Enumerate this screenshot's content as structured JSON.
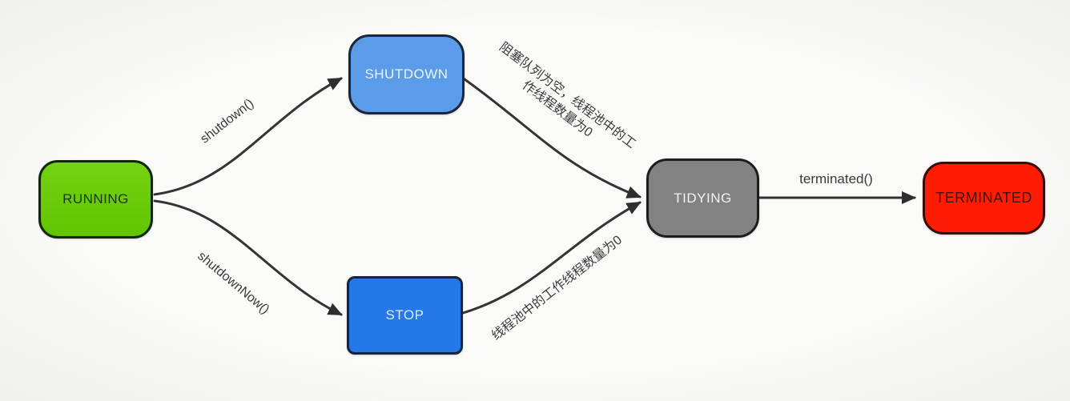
{
  "diagram": {
    "title": "thread-pool-state-machine",
    "background_color": "#fafaf9",
    "edge_color": "#343434",
    "nodes": [
      {
        "id": "running",
        "label": "RUNNING",
        "fill": "#6acb06",
        "text_color": "#16380a"
      },
      {
        "id": "shutdown",
        "label": "SHUTDOWN",
        "fill": "#5b9ce8",
        "text_color": "#e9f4ff"
      },
      {
        "id": "stop",
        "label": "STOP",
        "fill": "#2478e8",
        "text_color": "#dcedff"
      },
      {
        "id": "tidying",
        "label": "TIDYING",
        "fill": "#828282",
        "text_color": "#f2f2f2"
      },
      {
        "id": "terminated",
        "label": "TERMINATED",
        "fill": "#fe1c05",
        "text_color": "#45100a"
      }
    ],
    "edges": [
      {
        "from": "running",
        "to": "shutdown",
        "label": "shutdown()"
      },
      {
        "from": "running",
        "to": "stop",
        "label": "shutdownNow()"
      },
      {
        "from": "shutdown",
        "to": "tidying",
        "label": "阻塞队列为空，线程池中的工作线程数量为0",
        "label_lines": [
          "阻塞队列为空，线程池中的工",
          "作线程数量为0"
        ]
      },
      {
        "from": "stop",
        "to": "tidying",
        "label": "线程池中的工作线程数量为0"
      },
      {
        "from": "tidying",
        "to": "terminated",
        "label": "terminated()"
      }
    ]
  }
}
